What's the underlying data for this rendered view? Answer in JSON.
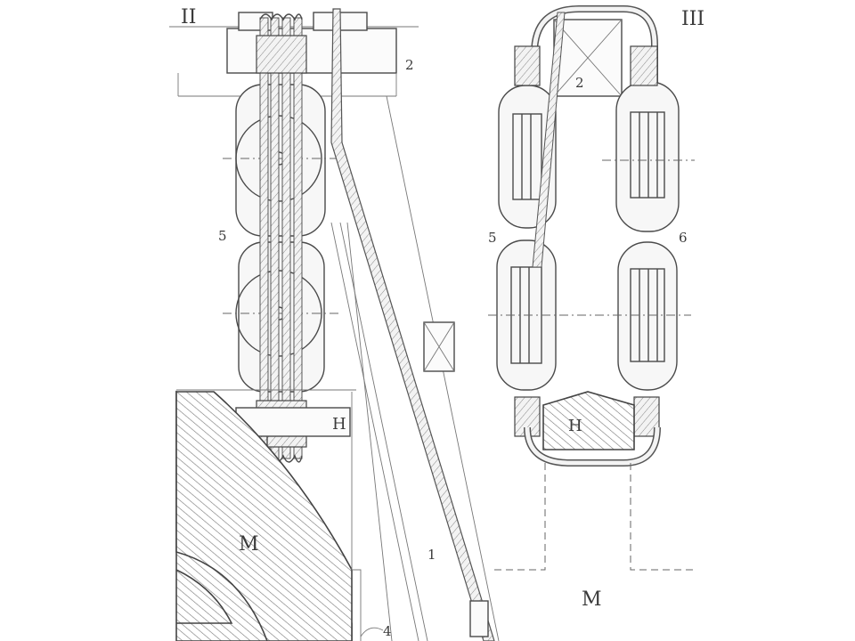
{
  "labels": {
    "view_left": "II",
    "view_right": "III",
    "left_2": "2",
    "left_5": "5",
    "left_H": "H",
    "left_M": "M",
    "left_1": "1",
    "left_4": "4",
    "right_2": "2",
    "right_5": "5",
    "right_6": "6",
    "right_H": "H",
    "right_M": "M"
  }
}
